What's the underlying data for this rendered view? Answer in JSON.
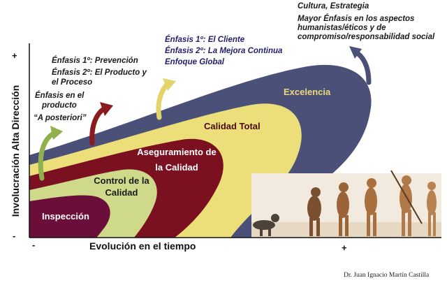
{
  "axes": {
    "y_label": "Involucración Alta Dirección",
    "x_label": "Evolución en el tiempo",
    "y_plus": "+",
    "y_minus": "-",
    "x_minus": "-",
    "x_plus": "+"
  },
  "zones": {
    "inspeccion": "Inspección",
    "control": "Control de la Calidad",
    "aseguramiento": "Aseguramiento de la Calidad",
    "calidad_total": "Calidad Total",
    "excelencia": "Excelencia"
  },
  "notes": {
    "n1_line1": "Énfasis en el",
    "n1_line2": "producto",
    "n1_line3": "“A posteriori”",
    "n2_line1": "Énfasis 1º: Prevención",
    "n2_line2": "Énfasis 2º: El Producto y",
    "n2_line3": "el Proceso",
    "n3_line1": "Énfasis 1º: El Cliente",
    "n3_line2": "Énfasis 2º: La Mejora Continua",
    "n3_line3": "Enfoque Global",
    "n4_line1": "Cultura, Estrategia",
    "n4_line2": "Mayor Énfasis en los aspectos",
    "n4_line3": "humanistas/éticos y de",
    "n4_line4": "compromiso/responsabilidad social"
  },
  "credit": "Dr. Juan Ignacio Martín Castilla",
  "colors": {
    "inspeccion": "#6b0f3a",
    "control": "#cfd98a",
    "aseguramiento": "#7a1020",
    "calidad_total": "#ecdf7a",
    "excelencia": "#4a5078",
    "arrow_green": "#8fb04a",
    "arrow_red": "#8a1a1e",
    "arrow_yellow": "#e2d46a",
    "arrow_blue": "#4a5078"
  }
}
